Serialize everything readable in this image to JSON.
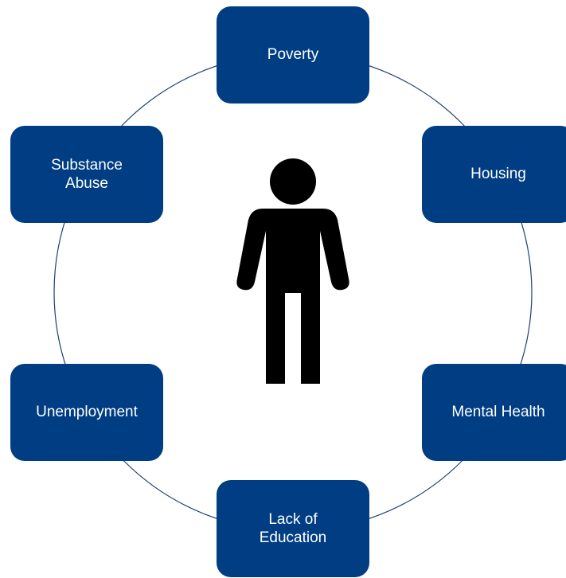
{
  "colors": {
    "node_fill": "#003d82",
    "node_text": "#ffffff",
    "connector": "#1f3f73",
    "person": "#000000"
  },
  "center": {
    "icon": "person-icon"
  },
  "nodes": [
    {
      "id": "poverty",
      "lines": [
        "Poverty"
      ]
    },
    {
      "id": "housing",
      "lines": [
        "Housing"
      ]
    },
    {
      "id": "mental-health",
      "lines": [
        "Mental Health"
      ]
    },
    {
      "id": "lack-of-education",
      "lines": [
        "Lack of",
        "Education"
      ]
    },
    {
      "id": "unemployment",
      "lines": [
        "Unemployment"
      ]
    },
    {
      "id": "substance-abuse",
      "lines": [
        "Substance",
        "Abuse"
      ]
    }
  ]
}
